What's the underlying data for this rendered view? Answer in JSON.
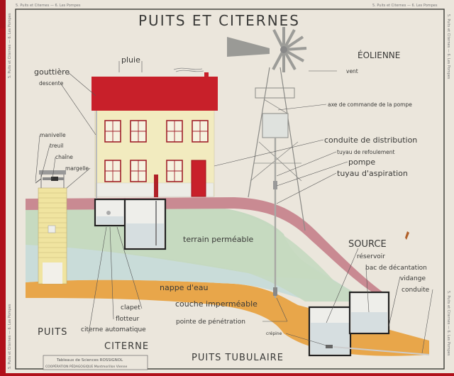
{
  "poster": {
    "title": "PUITS ET CITERNES",
    "margin_header": "5. Puits et Citernes — 6. Les Pompes",
    "publisher_line1": "Tableaux de Sciences ROSSIGNOL",
    "publisher_line2": "COOPÉRATION PÉDAGOGIQUE  Montmorillon  Vienne"
  },
  "sections": {
    "eolienne": "ÉOLIENNE",
    "source": "SOURCE",
    "puits": "PUITS",
    "citerne": "CITERNE",
    "puits_tubulaire": "PUITS TUBULAIRE"
  },
  "labels": {
    "pluie": "pluie",
    "gouttiere": "gouttière",
    "descente": "descente",
    "manivelle": "manivelle",
    "treuil": "treuil",
    "chaine": "chaîne",
    "margelle": "margelle",
    "vent": "vent",
    "axe_commande": "axe de commande de la pompe",
    "conduite_distribution": "conduite de distribution",
    "tuyau_refoulement": "tuyau de refoulement",
    "pompe": "pompe",
    "tuyau_aspiration": "tuyau d'aspiration",
    "terrain_permeable": "terrain perméable",
    "reservoir": "réservoir",
    "bac_decantation": "bac de décantation",
    "vidange": "vidange",
    "conduite": "conduite",
    "nappe_eau": "nappe d'eau",
    "couche_impermeable": "couche imperméable",
    "pointe_penetration": "pointe de pénétration",
    "crepine": "crépine",
    "clapet": "clapet",
    "flotteur": "flotteur",
    "citerne_automatique": "citerne automatique"
  },
  "colors": {
    "paper": "#ebe6dc",
    "frame": "#3c3c36",
    "roof": "#c8202a",
    "wall": "#f2ebbf",
    "pink_topsoil": "#c98a92",
    "green_permeable": "#c5d9c0",
    "blue_water": "#c9dcd9",
    "orange_impermeable": "#e8a64a",
    "tower_gray": "#8a8a86"
  }
}
